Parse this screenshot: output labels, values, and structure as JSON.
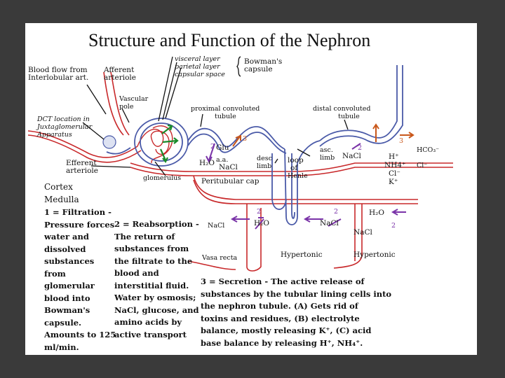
{
  "title": "Structure and Function of the Nephron",
  "labels": {
    "blood_flow": [
      "Blood flow from",
      "Interlobular art."
    ],
    "afferent": [
      "Afferent",
      "arteriole"
    ],
    "bowman_layers": [
      "visceral layer",
      "parietal layer",
      "capsular space"
    ],
    "bowman_capsule": [
      "Bowman's",
      "capsule"
    ],
    "vascular_pole": [
      "Vascular",
      "pole"
    ],
    "dct_location": [
      "DCT location in",
      "Juxtaglomerular",
      "Apparatus"
    ],
    "efferent": [
      "Efferent",
      "arteriole"
    ],
    "glomerulus": "glomerulus",
    "pct": [
      "proximal convoluted",
      "tubule"
    ],
    "dct": [
      "distal convoluted",
      "tubule"
    ],
    "glu": "Glu",
    "h2o": "H₂O",
    "aa": "a.a.",
    "nacl": "NaCl",
    "desc_limb": [
      "desc",
      "limb"
    ],
    "loop": [
      "loop",
      "of",
      "Henle"
    ],
    "asc_limb": [
      "asc.",
      "limb"
    ],
    "nacl_asc": "NaCl",
    "ions": [
      "H⁺",
      "NH4⁺",
      "Cl⁻",
      "K⁺"
    ],
    "hco3": "HCO₃⁻",
    "cl_small": "Cl⁻",
    "peritubular": "Peritubular cap",
    "cortex": "Cortex",
    "medulla": "Medulla",
    "nacl_left": "NaCl",
    "h2o_mid": "H₂O",
    "nacl_mid": "NaCl",
    "h2o_right": "H₂O",
    "nacl_right": "NaCl",
    "vasa_recta": "Vasa recta",
    "hypertonic_1": "Hypertonic",
    "hypertonic_2": "Hypertonic",
    "num_3a": "3",
    "num_2a": "2",
    "num_2b": "2",
    "num_3b": "3",
    "num_2c": "2",
    "num_2d": "2",
    "num_2e": "2"
  },
  "notes": {
    "filtration": [
      "1 = Filtration -",
      "Pressure forces",
      "water and",
      "dissolved",
      "substances",
      "from",
      "glomerular",
      "blood into",
      "Bowman's",
      "capsule.",
      "Amounts to 125",
      "ml/min."
    ],
    "reabsorption": [
      "2 = Reabsorption -",
      "The return of",
      "substances from",
      "the filtrate to the",
      "blood and",
      "interstitial fluid.",
      "Water by osmosis;",
      "NaCl, glucose, and",
      "amino acids by",
      "active transport"
    ],
    "secretion": [
      "3 = Secretion - The active release of",
      "substances by the tubular lining cells into",
      "the nephron tubule. (A) Gets rid of",
      "toxins and residues, (B) electrolyte",
      "balance, mostly releasing K⁺, (C) acid",
      "base balance by releasing H⁺, NH₄⁺."
    ]
  },
  "colors": {
    "tubule": "#4a5aa8",
    "vessel": "#c8282a",
    "purple": "#7a33a8",
    "green": "#1a8a2a",
    "orange": "#c9571a"
  }
}
